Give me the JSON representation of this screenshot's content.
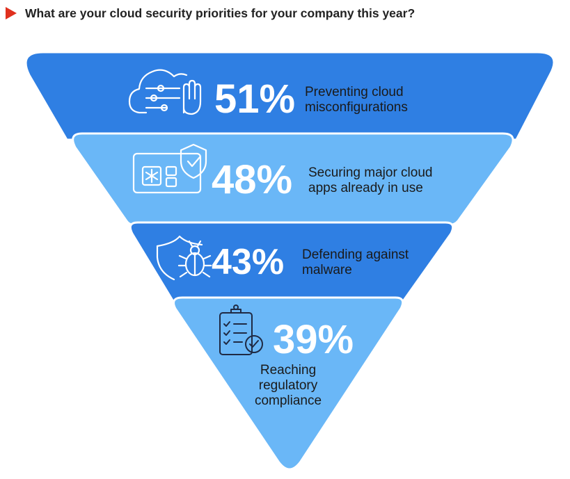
{
  "question": "What are your cloud security priorities for your company this year?",
  "colors": {
    "marker": "#e0301e",
    "dark_band": "#2f7fe3",
    "light_band": "#6ab7f7",
    "band_border": "#ffffff",
    "label_text": "#1a1a1a"
  },
  "chart_data": {
    "type": "funnel",
    "title": "What are your cloud security priorities for your company this year?",
    "unit": "%",
    "categories": [
      "Preventing cloud misconfigurations",
      "Securing major cloud apps already in use",
      "Defending against malware",
      "Reaching regulatory compliance"
    ],
    "values": [
      51,
      48,
      43,
      39
    ],
    "items": [
      {
        "value": 51,
        "value_label": "51%",
        "label_lines": [
          "Preventing cloud",
          "misconfigurations"
        ],
        "icon": "cloud-sliders-hand-icon"
      },
      {
        "value": 48,
        "value_label": "48%",
        "label_lines": [
          "Securing major cloud",
          "apps already in use"
        ],
        "icon": "app-window-shield-icon"
      },
      {
        "value": 43,
        "value_label": "43%",
        "label_lines": [
          "Defending against",
          "malware"
        ],
        "icon": "shield-bug-icon"
      },
      {
        "value": 39,
        "value_label": "39%",
        "label_lines": [
          "Reaching",
          "regulatory",
          "compliance"
        ],
        "icon": "checklist-clipboard-icon"
      }
    ]
  }
}
